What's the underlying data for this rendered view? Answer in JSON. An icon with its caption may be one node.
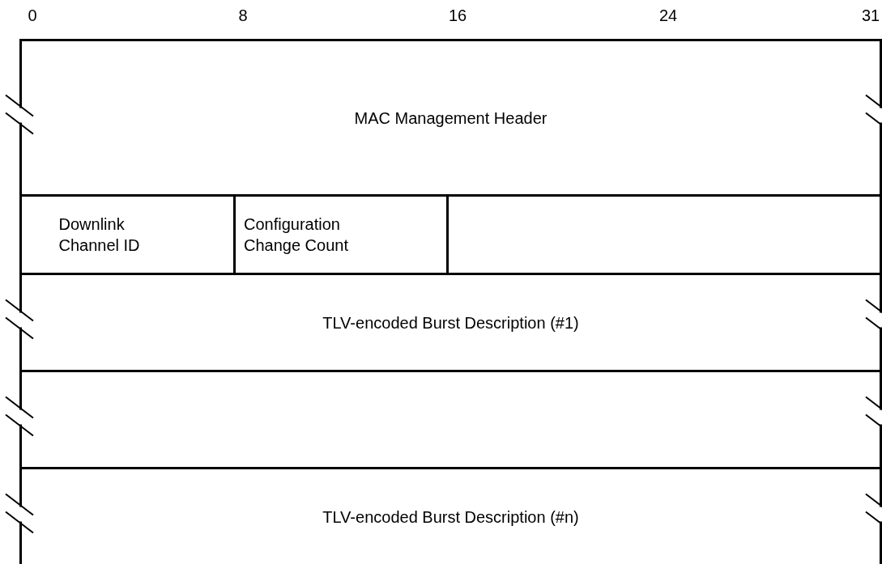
{
  "diagram": {
    "nodes": [
      {
        "text": [
          "MAC Management Header"
        ]
      },
      {
        "text": [
          "Downlink Channel ID"
        ]
      },
      {
        "text": [
          "Configuration Change Count"
        ]
      },
      {
        "text": [
          "TLV-encoded Burst Description (#1)"
        ]
      },
      {
        "text": [],
        "shape": "box"
      },
      {
        "text": [
          "TLV-encoded Burst Description (#n)"
        ]
      }
    ],
    "edges": [],
    "labels": [
      "0",
      "8",
      "16",
      "24",
      "31"
    ]
  }
}
